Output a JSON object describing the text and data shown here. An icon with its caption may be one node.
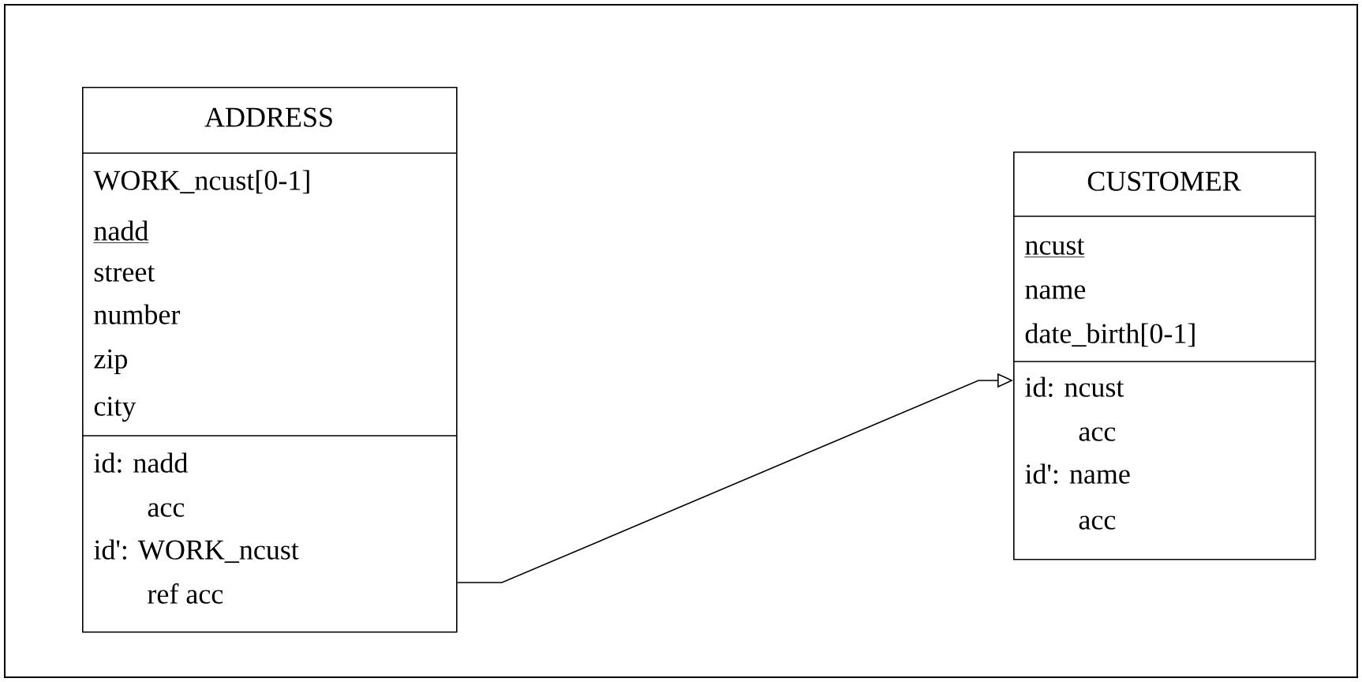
{
  "diagram": {
    "nodes": [
      {
        "text": [
          "ADDRESS",
          "WORK_ncust[0-1]",
          "nadd",
          "street",
          "number",
          "zip",
          "city",
          "id: nadd",
          "acc",
          "id': WORK_ncust",
          "ref acc"
        ]
      },
      {
        "text": [
          "CUSTOMER",
          "ncust",
          "name",
          "date_birth[0-1]",
          "id: ncust",
          "acc",
          "id': name",
          "acc"
        ]
      }
    ],
    "edges": [
      {
        "from": 0,
        "to": 1,
        "arrow": "to"
      }
    ]
  }
}
